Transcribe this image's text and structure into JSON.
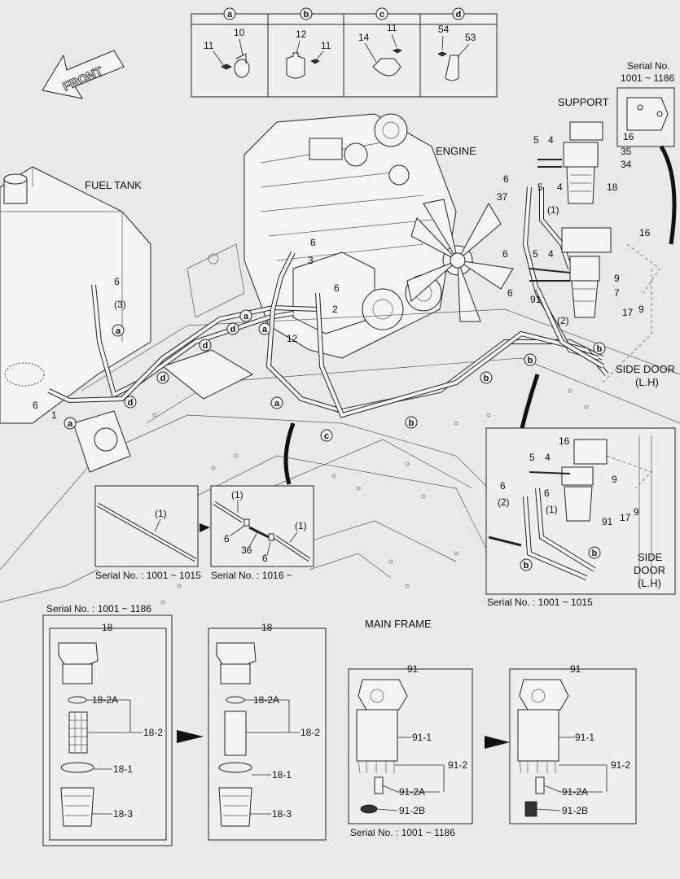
{
  "top_box": [
    {
      "key": "a",
      "parts": [
        "11",
        "10"
      ]
    },
    {
      "key": "b",
      "parts": [
        "12",
        "11"
      ]
    },
    {
      "key": "c",
      "parts": [
        "14",
        "11"
      ]
    },
    {
      "key": "d",
      "parts": [
        "54",
        "53"
      ]
    }
  ],
  "front_label": "FRONT",
  "serial_top": {
    "line1": "Serial No.",
    "line2": "1001 ~ 1186",
    "part": "16"
  },
  "support_label": "SUPPORT",
  "engine_label": "ENGINE",
  "fuel_tank_label": "FUEL TANK",
  "side_door": {
    "line1": "SIDE DOOR",
    "line2": "(L.H)"
  },
  "main_frame_label": "MAIN FRAME",
  "main_labels": {
    "l5a": "5",
    "l4a": "4",
    "l35": "35",
    "l34": "34",
    "l6a": "6",
    "l5b": "5",
    "l4b": "4",
    "l18": "18",
    "l37": "37",
    "l1p": "(1)",
    "l16": "16",
    "l6b": "6",
    "l5c": "5",
    "l4c": "4",
    "l9a": "9",
    "l6c": "6",
    "l7": "7",
    "l91": "91",
    "l17": "17",
    "l9b": "9",
    "l2p": "(2)",
    "l6d": "6",
    "l3": "3",
    "l6e": "6",
    "l2": "2",
    "l12": "12",
    "l6f": "6",
    "l3p": "(3)",
    "l6g": "6",
    "l1": "1"
  },
  "callouts_main": {
    "c1": "a",
    "c2": "a",
    "c3": "a",
    "c4": "a",
    "c5": "a",
    "c6": "d",
    "c7": "d",
    "c8": "d",
    "c9": "d",
    "c10": "b",
    "c11": "b",
    "c12": "b",
    "c13": "b",
    "c14": "c"
  },
  "inset_left": {
    "label": "(1)",
    "serial": "Serial No. : 1001 ~ 1015"
  },
  "inset_mid": {
    "l1a": "(1)",
    "l1b": "(1)",
    "l6a": "6",
    "l6b": "6",
    "l36": "36",
    "serial": "Serial No. : 1016 ~"
  },
  "inset_right": {
    "l16": "16",
    "l5": "5",
    "l4": "4",
    "l9a": "9",
    "l6a": "6",
    "l2p": "(2)",
    "l6b": "6",
    "l1p": "(1)",
    "l91": "91",
    "l17": "17",
    "l9b": "9",
    "cb1": "b",
    "cb2": "b",
    "door1": "SIDE",
    "door2": "DOOR",
    "door3": "(L.H)",
    "serial": "Serial No. : 1001 ~ 1015"
  },
  "filter18_a": {
    "serial": "Serial No. : 1001 ~ 1186",
    "title": "18",
    "p1": "18-2A",
    "p2": "18-2",
    "p3": "18-1",
    "p4": "18-3"
  },
  "filter18_b": {
    "title": "18",
    "p1": "18-2A",
    "p2": "18-2",
    "p3": "18-1",
    "p4": "18-3"
  },
  "filter91_a": {
    "title": "91",
    "p1": "91-1",
    "p2": "91-2",
    "p3": "91-2A",
    "p4": "91-2B",
    "serial": "Serial No. : 1001 ~ 1186"
  },
  "filter91_b": {
    "title": "91",
    "p1": "91-1",
    "p2": "91-2",
    "p3": "91-2A",
    "p4": "91-2B"
  }
}
